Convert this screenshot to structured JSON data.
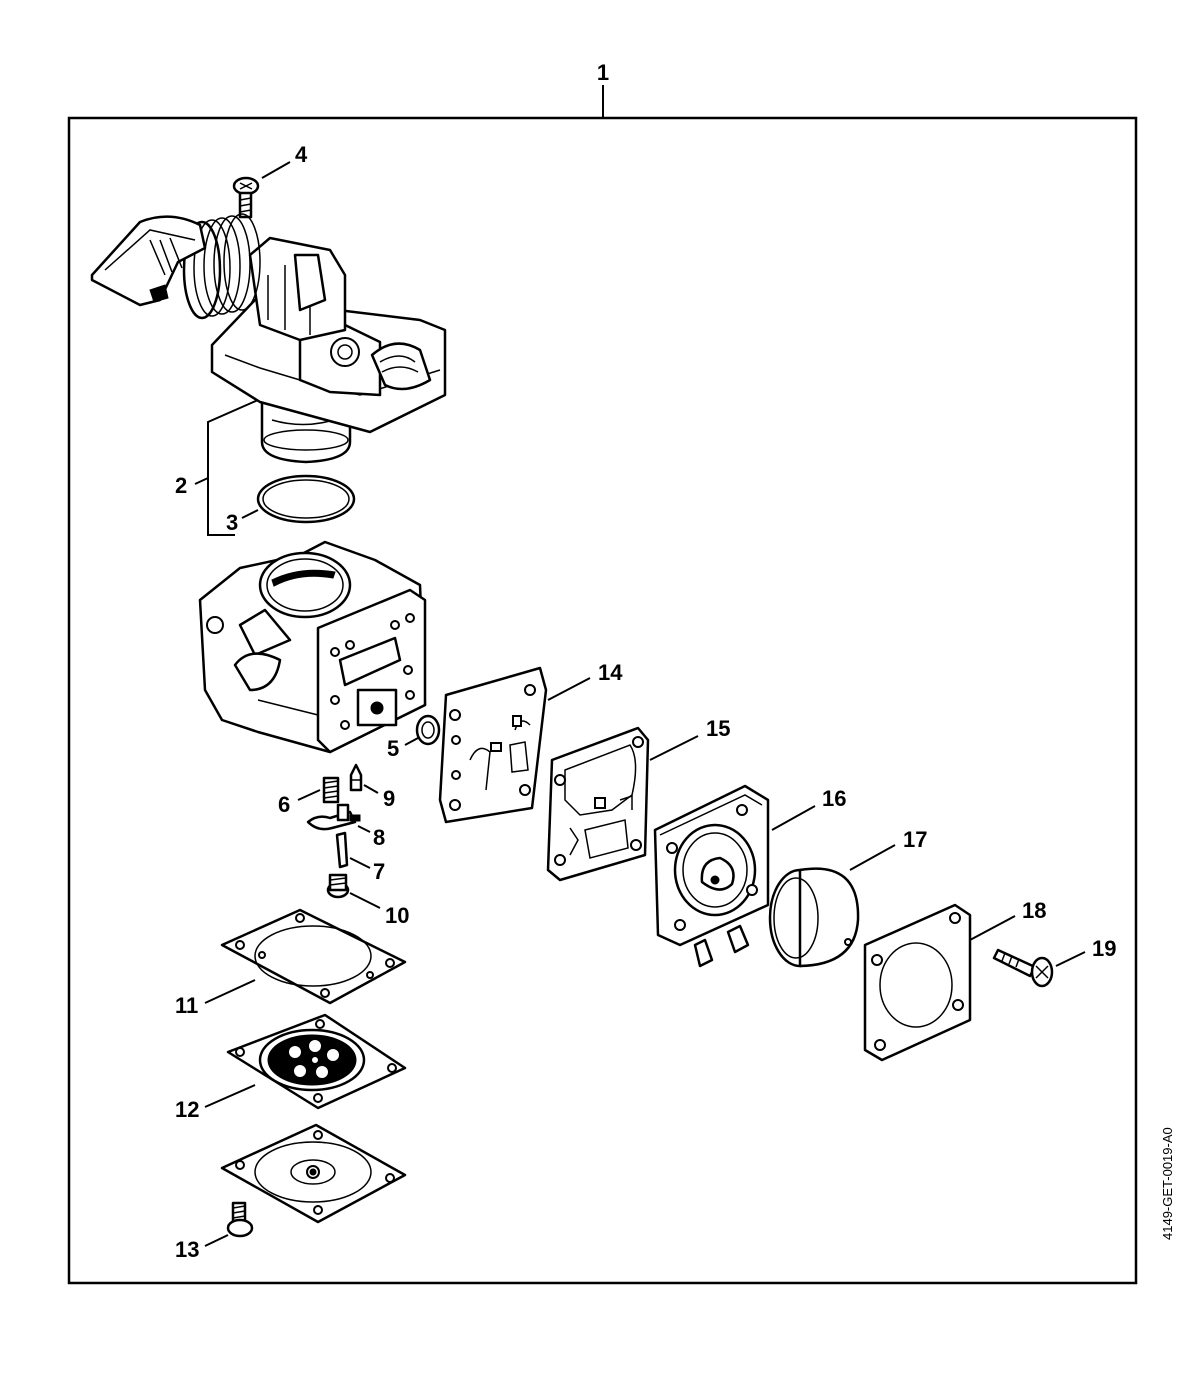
{
  "diagram": {
    "assembly_number": "1",
    "reference_code": "4149-GET-0019-A0",
    "callouts": [
      "2",
      "3",
      "4",
      "5",
      "6",
      "7",
      "8",
      "9",
      "10",
      "11",
      "12",
      "13",
      "14",
      "15",
      "16",
      "17",
      "18",
      "19"
    ]
  }
}
